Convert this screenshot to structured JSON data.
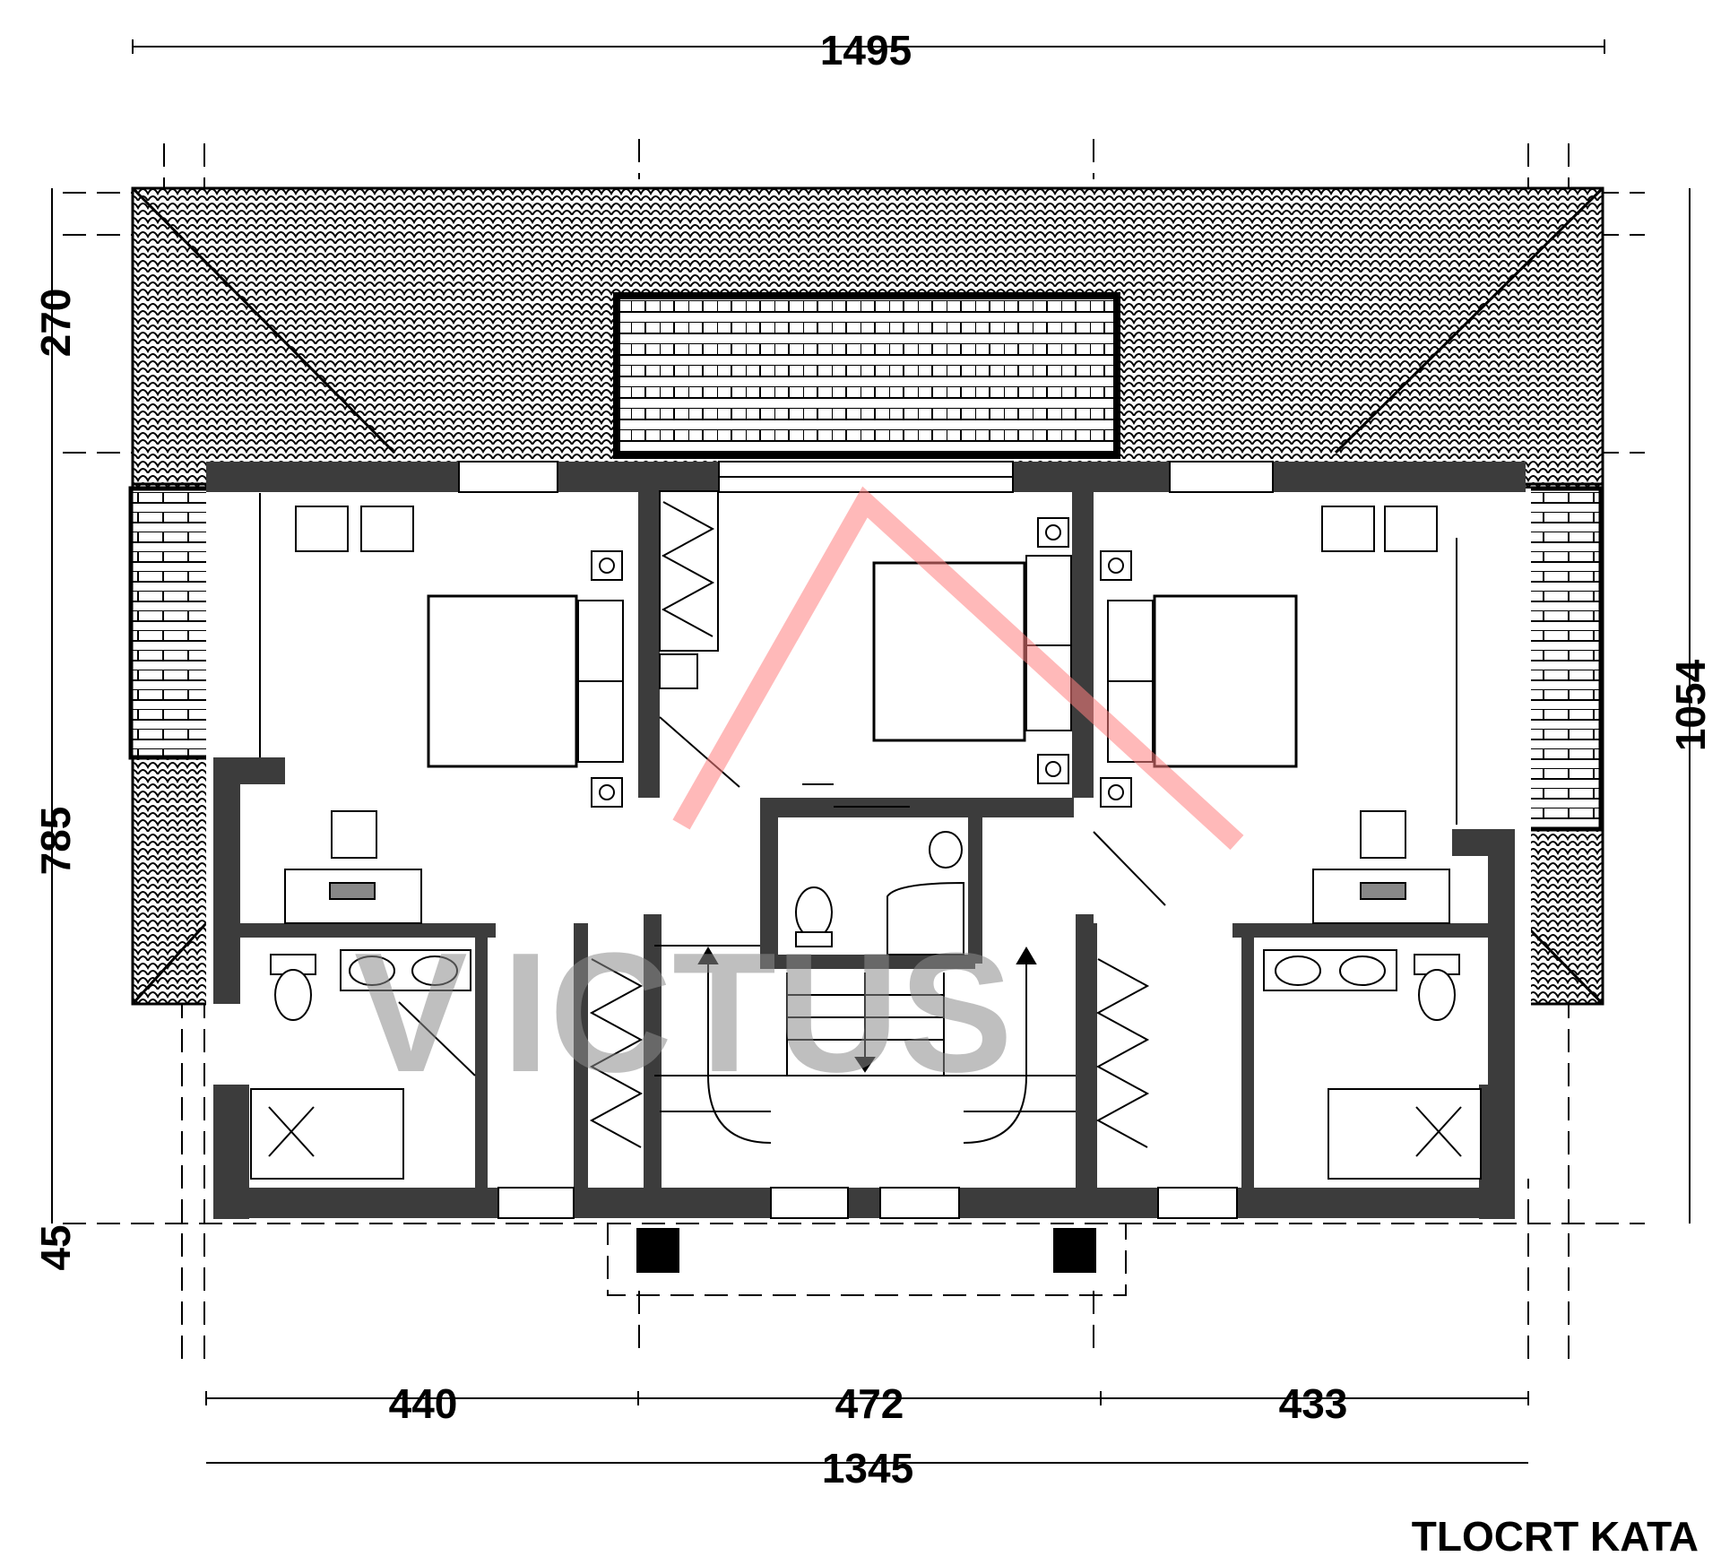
{
  "dimensions": {
    "top_total": "1495",
    "left_upper": "270",
    "left_middle": "785",
    "left_lower": "45",
    "right_total": "1054",
    "bottom_left": "440",
    "bottom_middle": "472",
    "bottom_right": "433",
    "bottom_total": "1345"
  },
  "title": "TLOCRT KATA",
  "watermark": {
    "letter": "V",
    "text": "ICTUS",
    "roof_color": "#ff8080",
    "text_color": "#8c8c8c"
  },
  "colors": {
    "wall": "#3c3c3c",
    "line": "#000000",
    "background": "#ffffff"
  },
  "icons": {
    "roof": "roof-tile-pattern",
    "bed": "double-bed-icon",
    "toilet": "toilet-icon",
    "sink": "sink-icon",
    "shower": "shower-tray-icon",
    "stairs": "staircase-icon",
    "wardrobe": "wardrobe-icon"
  }
}
